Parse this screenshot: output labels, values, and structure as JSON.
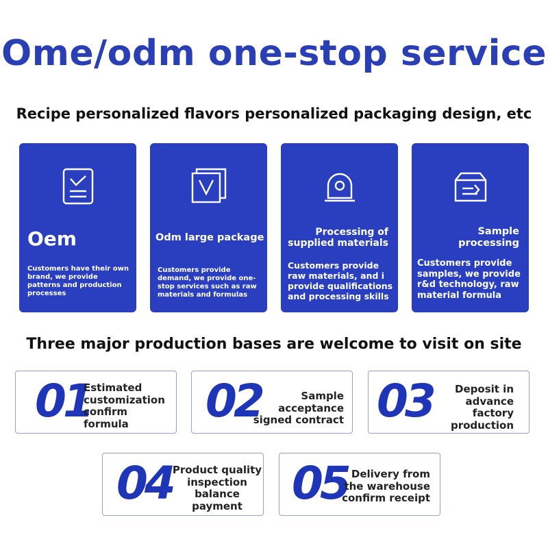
{
  "title": "Ome/odm one-stop service",
  "subtitle": "Recipe personalized flavors personalized packaging design, etc",
  "cards": [
    {
      "title": "Oem",
      "desc": "Customers have their own brand, we provide patterns and production processes",
      "icon": "document-check-icon"
    },
    {
      "title": "Odm large package",
      "desc": "Customers provide demand, we provide one-stop services such as raw materials and formulas",
      "icon": "package-check-icon"
    },
    {
      "title": "Processing of supplied materials",
      "desc": "Customers provide raw materials, and i provide qualifications and processing skills",
      "icon": "alarm-bell-icon"
    },
    {
      "title": "Sample processing",
      "desc": "Customers provide samples, we provide r&d technology, raw material formula",
      "icon": "box-arrow-icon"
    }
  ],
  "section_title": "Three major production bases are welcome to visit on site",
  "steps": [
    {
      "num": "01",
      "text": "Estimated customization confirm formula"
    },
    {
      "num": "02",
      "text": "Sample acceptance signed contract"
    },
    {
      "num": "03",
      "text": "Deposit in advance factory production"
    },
    {
      "num": "04",
      "text": "Product quality inspection balance payment"
    },
    {
      "num": "05",
      "text": "Delivery from the warehouse confirm receipt"
    }
  ],
  "colors": {
    "brand_blue": "#2a3fc0",
    "title_blue": "#2b3fb5",
    "border": "#8fa0dc"
  }
}
